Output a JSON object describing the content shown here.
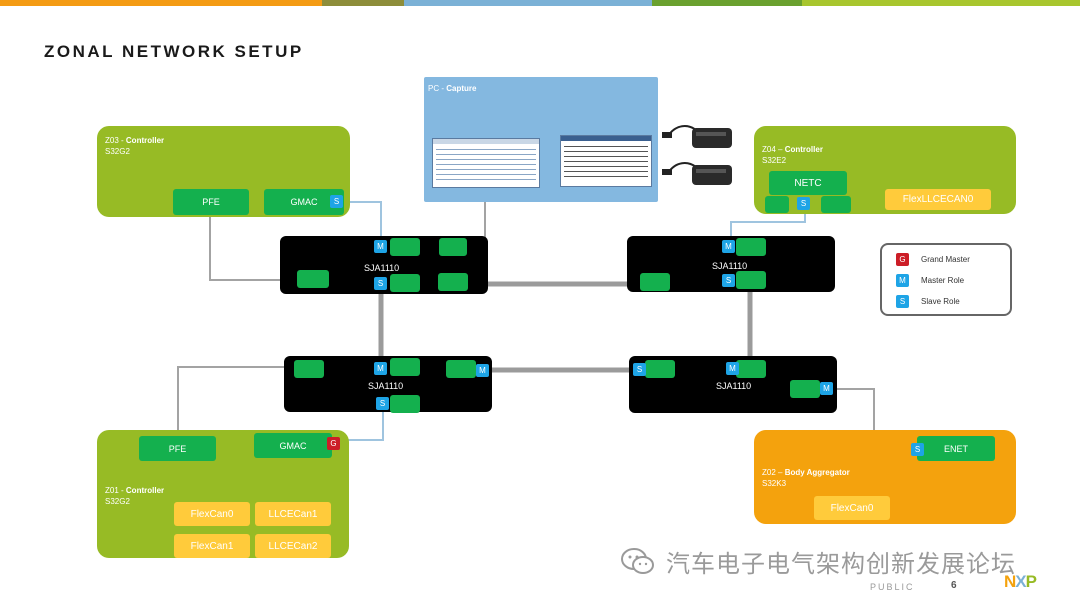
{
  "page": {
    "title": "ZONAL NETWORK SETUP",
    "footer_public": "PUBLIC",
    "page_number": "6",
    "watermark": "汽车电子电气架构创新发展论坛",
    "logo": {
      "n": "N",
      "x": "X",
      "p": "P"
    }
  },
  "colors": {
    "zone_green": "#97bb25",
    "zone_orange": "#f4a20d",
    "pc_blue": "#84b8e0",
    "port_green": "#14b04e",
    "switch_black": "#000000",
    "badge_blue": "#1ea4e6",
    "badge_red": "#cc1d27",
    "can_yellow": "#ffcb3b",
    "topbar": [
      "#f49b14",
      "#8d8d3a",
      "#7bb1d6",
      "#6aa12f",
      "#a8c62e"
    ]
  },
  "pc": {
    "name": "PC",
    "role": "Capture",
    "icons": [
      "monitor-icon",
      "monitor-icon",
      "usb-dongle-icon",
      "usb-dongle-icon"
    ]
  },
  "zones": {
    "z03": {
      "id": "Z03",
      "role": "Controller",
      "chip": "S32G2",
      "ports": [
        "PFE",
        "GMAC"
      ]
    },
    "z04": {
      "id": "Z04",
      "role": "Controller",
      "chip": "S32E2",
      "ports": [
        "NETC",
        "FlexLLCECAN0"
      ]
    },
    "z01": {
      "id": "Z01",
      "role": "Controller",
      "chip": "S32G2",
      "ports": [
        "PFE",
        "GMAC"
      ],
      "cans": [
        "FlexCan0",
        "LLCECan1",
        "FlexCan1",
        "LLCECan2"
      ]
    },
    "z02": {
      "id": "Z02",
      "role": "Body Aggregator",
      "chip": "S32K3",
      "ports": [
        "ENET"
      ],
      "cans": [
        "FlexCan0"
      ]
    }
  },
  "switches": {
    "tl": "SJA1110",
    "tr": "SJA1110",
    "bl": "SJA1110",
    "br": "SJA1110"
  },
  "badges": {
    "G": "G",
    "M": "M",
    "S": "S"
  },
  "legend": [
    {
      "badge": "G",
      "label": "Grand Master",
      "color": "#cc1d27"
    },
    {
      "badge": "M",
      "label": "Master Role",
      "color": "#1ea4e6"
    },
    {
      "badge": "S",
      "label": "Slave Role",
      "color": "#1ea4e6"
    }
  ]
}
